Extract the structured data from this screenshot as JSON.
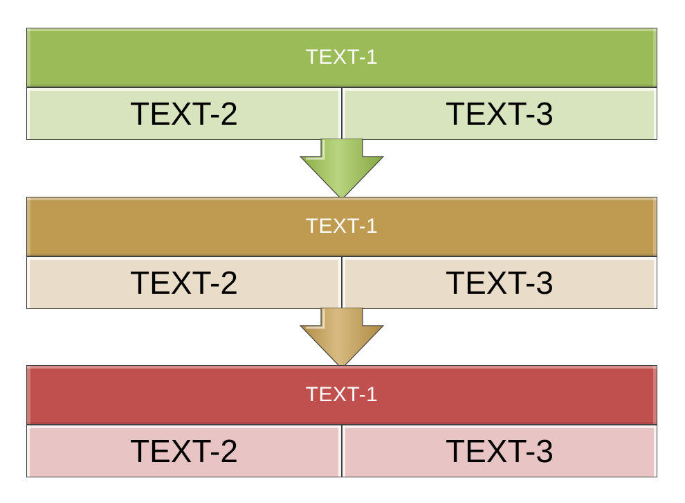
{
  "colors": {
    "green_header": "#9bbb59",
    "green_row": "#d7e4bd",
    "gold_header": "#bf9b52",
    "gold_row": "#e9dcc8",
    "red_header": "#c0504d",
    "red_row": "#e8c5c4",
    "outline": "#3f3f3f"
  },
  "blocks": [
    {
      "header": "TEXT-1",
      "left": "TEXT-2",
      "right": "TEXT-3"
    },
    {
      "header": "TEXT-1",
      "left": "TEXT-2",
      "right": "TEXT-3"
    },
    {
      "header": "TEXT-1",
      "left": "TEXT-2",
      "right": "TEXT-3"
    }
  ],
  "arrows": [
    {
      "icon": "arrow-down-icon",
      "color": "#9bbb59"
    },
    {
      "icon": "arrow-down-icon",
      "color": "#bf9b52"
    }
  ]
}
